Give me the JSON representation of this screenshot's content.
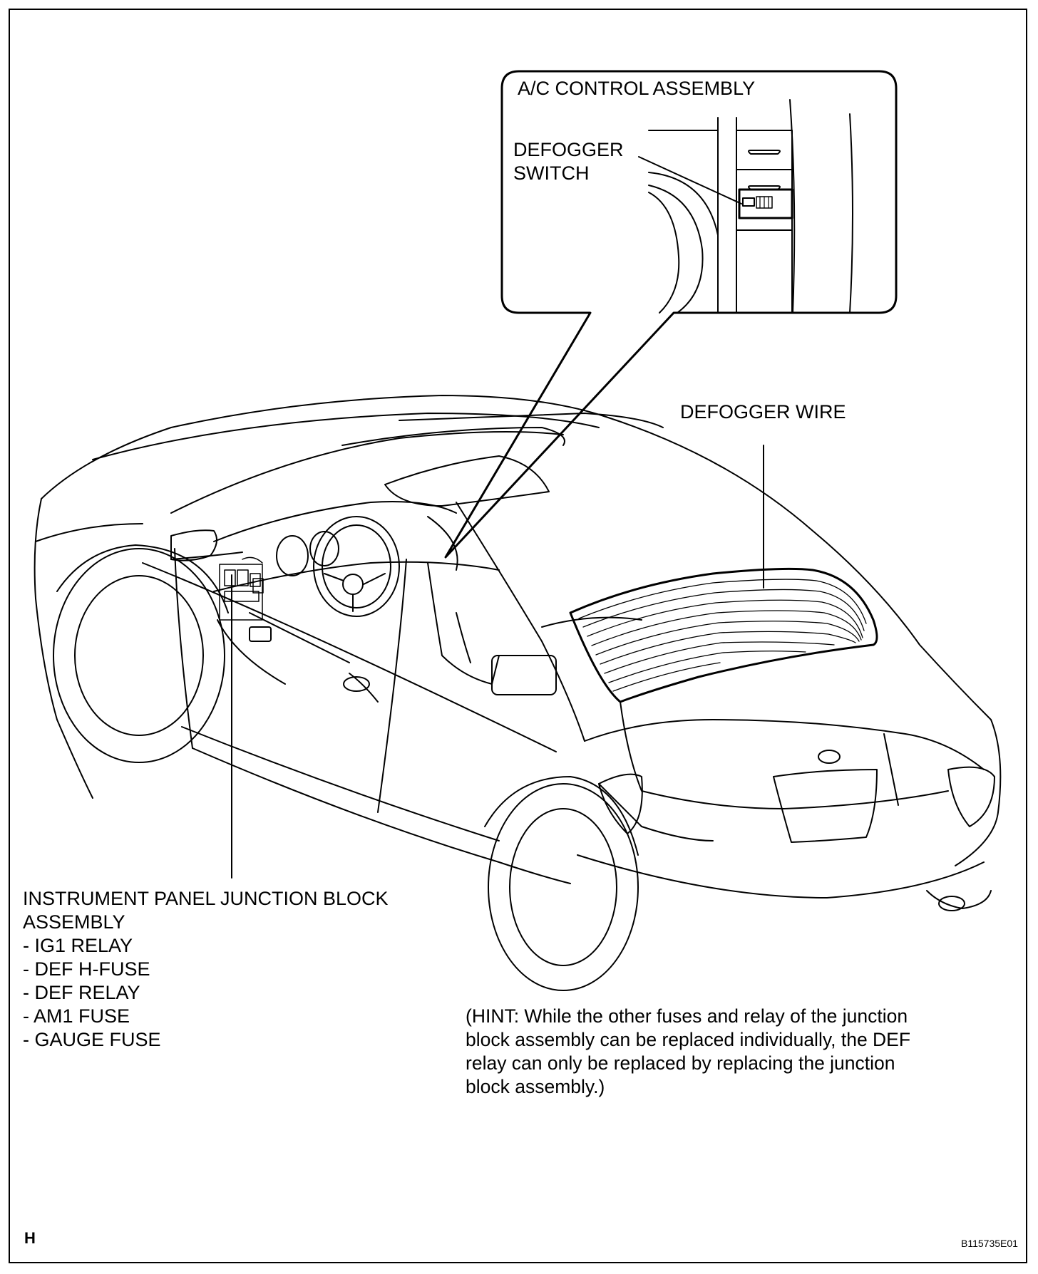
{
  "callout": {
    "title": "A/C CONTROL ASSEMBLY",
    "switch_label_line1": "DEFOGGER",
    "switch_label_line2": "SWITCH"
  },
  "defogger_wire_label": "DEFOGGER WIRE",
  "junction_block": {
    "title_line1": "INSTRUMENT PANEL JUNCTION BLOCK",
    "title_line2": "ASSEMBLY",
    "items": [
      "- IG1 RELAY",
      "- DEF H-FUSE",
      "- DEF RELAY",
      "- AM1 FUSE",
      "- GAUGE FUSE"
    ]
  },
  "hint_lines": [
    "(HINT: While the other fuses and relay of the junction",
    "block assembly can be replaced individually, the DEF",
    "relay can only be replaced by replacing the junction",
    "block assembly.)"
  ],
  "corner_letter": "H",
  "figure_code": "B115735E01"
}
